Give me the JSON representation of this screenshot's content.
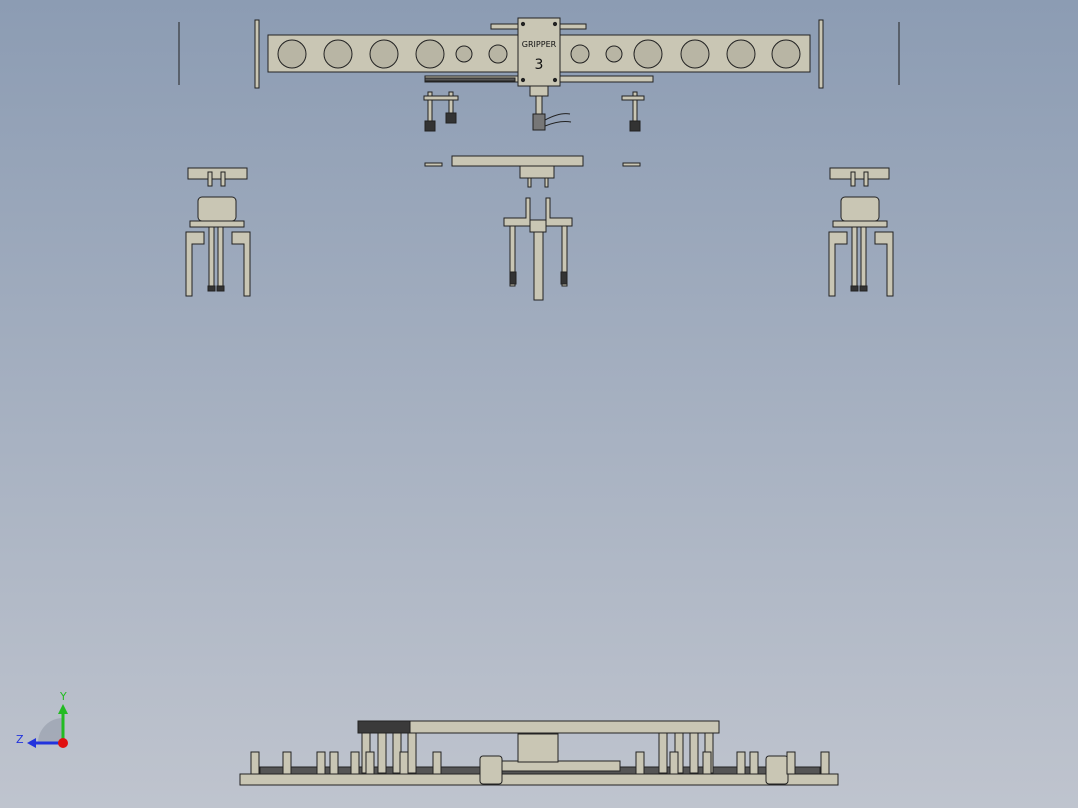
{
  "viewport": {
    "background_top": "#8C9CB3",
    "background_bottom": "#BFC4CE"
  },
  "palette": {
    "part_fill": "#C9C6B4",
    "part_dark": "#3A3A3A",
    "edge": "#222222",
    "highlight": "#E4E2D6"
  },
  "gripper_label": {
    "name": "GRIPPER",
    "number": "3"
  },
  "triad": {
    "y_label": "Y",
    "z_label": "Z",
    "y_color": "#22BB22",
    "z_color": "#2233DD",
    "origin_color": "#E01010"
  }
}
